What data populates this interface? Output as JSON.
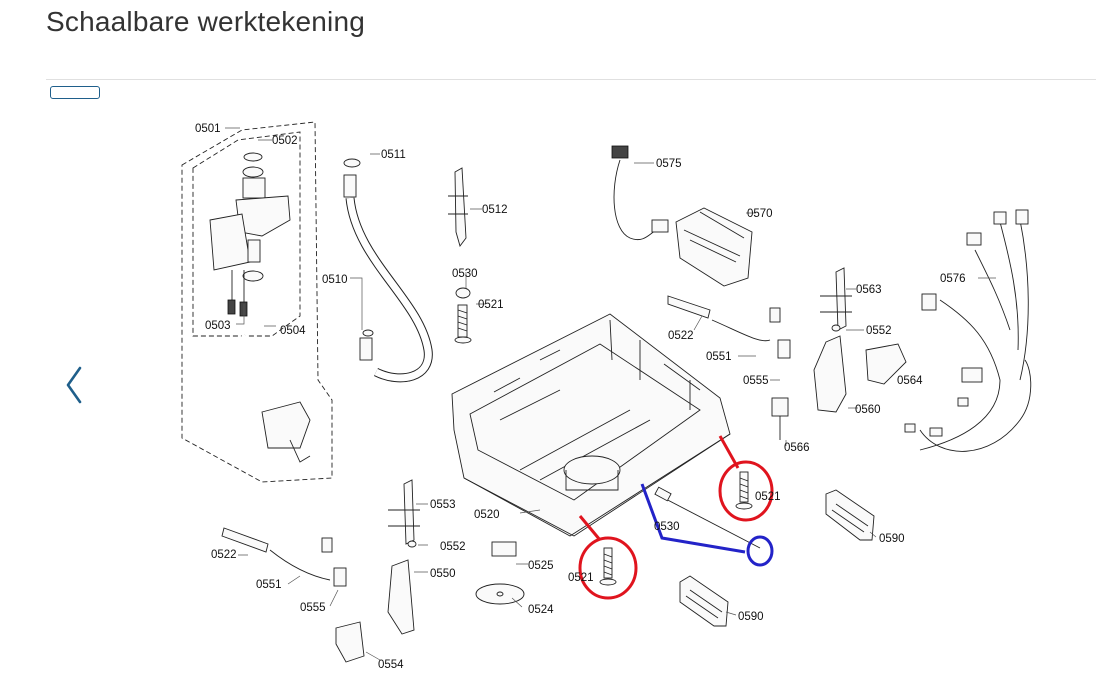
{
  "header": {
    "title": "Schaalbare werktekening"
  },
  "controls": {
    "button_label": "",
    "prev_icon": "chevron-left-icon"
  },
  "colors": {
    "accent": "#1f5f8b",
    "highlight_red": "#e0141e",
    "highlight_blue": "#2323c8"
  },
  "parts": [
    {
      "id": "p0501",
      "label": "0501"
    },
    {
      "id": "p0502",
      "label": "0502"
    },
    {
      "id": "p0503",
      "label": "0503"
    },
    {
      "id": "p0504",
      "label": "0504"
    },
    {
      "id": "p0511",
      "label": "0511"
    },
    {
      "id": "p0510",
      "label": "0510"
    },
    {
      "id": "p0512",
      "label": "0512"
    },
    {
      "id": "p0530a",
      "label": "0530"
    },
    {
      "id": "p0521a",
      "label": "0521"
    },
    {
      "id": "p0575",
      "label": "0575"
    },
    {
      "id": "p0570",
      "label": "0570"
    },
    {
      "id": "p0576",
      "label": "0576"
    },
    {
      "id": "p0563",
      "label": "0563"
    },
    {
      "id": "p0552a",
      "label": "0552"
    },
    {
      "id": "p0522a",
      "label": "0522"
    },
    {
      "id": "p0551a",
      "label": "0551"
    },
    {
      "id": "p0555a",
      "label": "0555"
    },
    {
      "id": "p0564",
      "label": "0564"
    },
    {
      "id": "p0560",
      "label": "0560"
    },
    {
      "id": "p0566",
      "label": "0566"
    },
    {
      "id": "p0521b",
      "label": "0521"
    },
    {
      "id": "p0530b",
      "label": "0530"
    },
    {
      "id": "p0590a",
      "label": "0590"
    },
    {
      "id": "p0520",
      "label": "0520"
    },
    {
      "id": "p0553",
      "label": "0553"
    },
    {
      "id": "p0552b",
      "label": "0552"
    },
    {
      "id": "p0550",
      "label": "0550"
    },
    {
      "id": "p0525",
      "label": "0525"
    },
    {
      "id": "p0521c",
      "label": "0521"
    },
    {
      "id": "p0524",
      "label": "0524"
    },
    {
      "id": "p0590b",
      "label": "0590"
    },
    {
      "id": "p0522b",
      "label": "0522"
    },
    {
      "id": "p0551b",
      "label": "0551"
    },
    {
      "id": "p0555b",
      "label": "0555"
    },
    {
      "id": "p0554",
      "label": "0554"
    }
  ]
}
